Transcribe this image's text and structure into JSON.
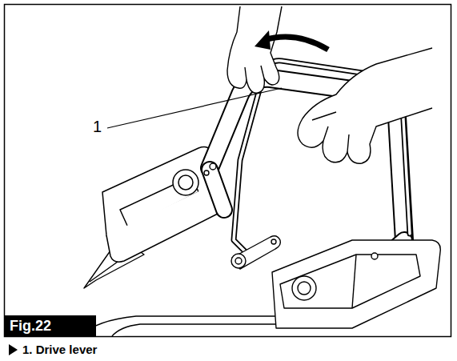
{
  "diagram": {
    "caption": "1. Drive lever",
    "labels": [
      "1",
      "Fig.22"
    ]
  }
}
